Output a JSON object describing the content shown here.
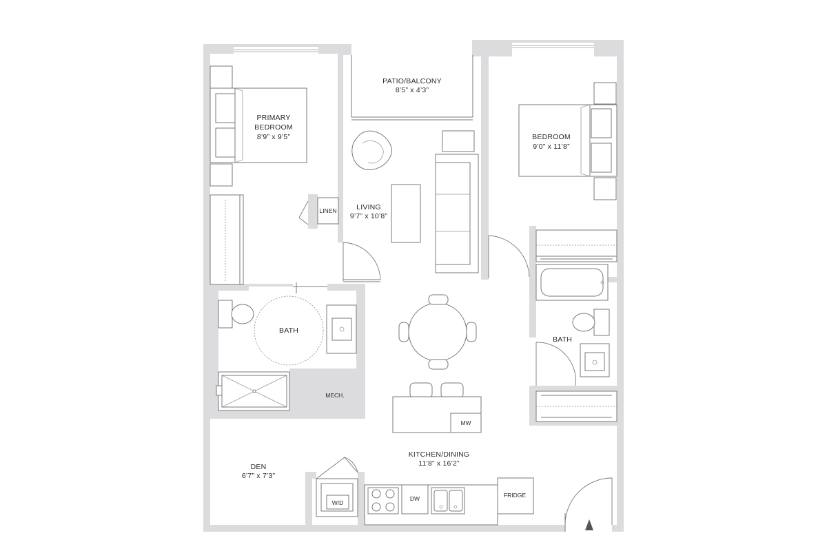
{
  "rooms": {
    "patio": {
      "name": "PATIO/BALCONY",
      "size": "8’5” x 4’3”"
    },
    "primary_bedroom": {
      "name_line1": "PRIMARY",
      "name_line2": "BEDROOM",
      "size": "8’9” x 9’5”"
    },
    "living": {
      "name": "LIVING",
      "size": "9’7” x 10’8”"
    },
    "bedroom": {
      "name": "BEDROOM",
      "size": "9’0” x 11’8”"
    },
    "bath_left": {
      "name": "BATH"
    },
    "bath_right": {
      "name": "BATH"
    },
    "mech": {
      "name": "MECH."
    },
    "den": {
      "name": "DEN",
      "size": "6’7” x 7’3”"
    },
    "kitchen": {
      "name": "KITCHEN/DINING",
      "size": "11’8” x 16’2”"
    }
  },
  "fixtures": {
    "linen": "LINEN",
    "washer_dryer": "W/D",
    "microwave": "MW",
    "dishwasher": "DW",
    "fridge": "FRIDGE"
  },
  "colors": {
    "wall": "#dcdcde",
    "line": "#7a7a7a"
  }
}
